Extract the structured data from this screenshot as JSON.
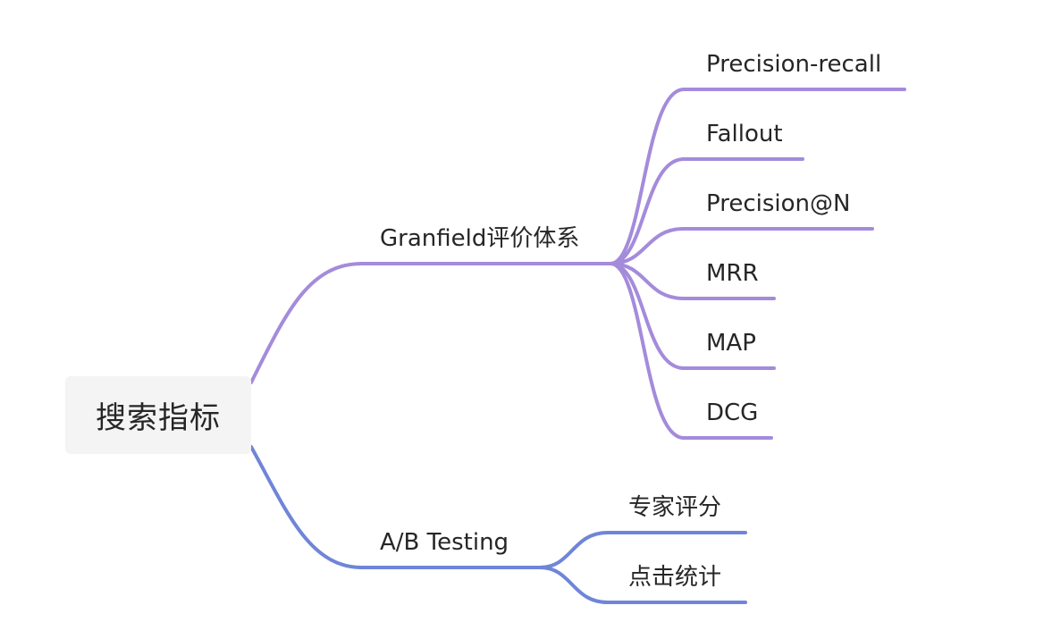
{
  "root": {
    "label": "搜索指标"
  },
  "branches": [
    {
      "label": "Granfield评价体系",
      "color": "#a48bdb",
      "children": [
        {
          "label": "Precision-recall"
        },
        {
          "label": "Fallout"
        },
        {
          "label": "Precision@N"
        },
        {
          "label": "MRR"
        },
        {
          "label": "MAP"
        },
        {
          "label": "DCG"
        }
      ]
    },
    {
      "label": "A/B Testing",
      "color": "#6f85d8",
      "children": [
        {
          "label": "专家评分"
        },
        {
          "label": "点击统计"
        }
      ]
    }
  ]
}
